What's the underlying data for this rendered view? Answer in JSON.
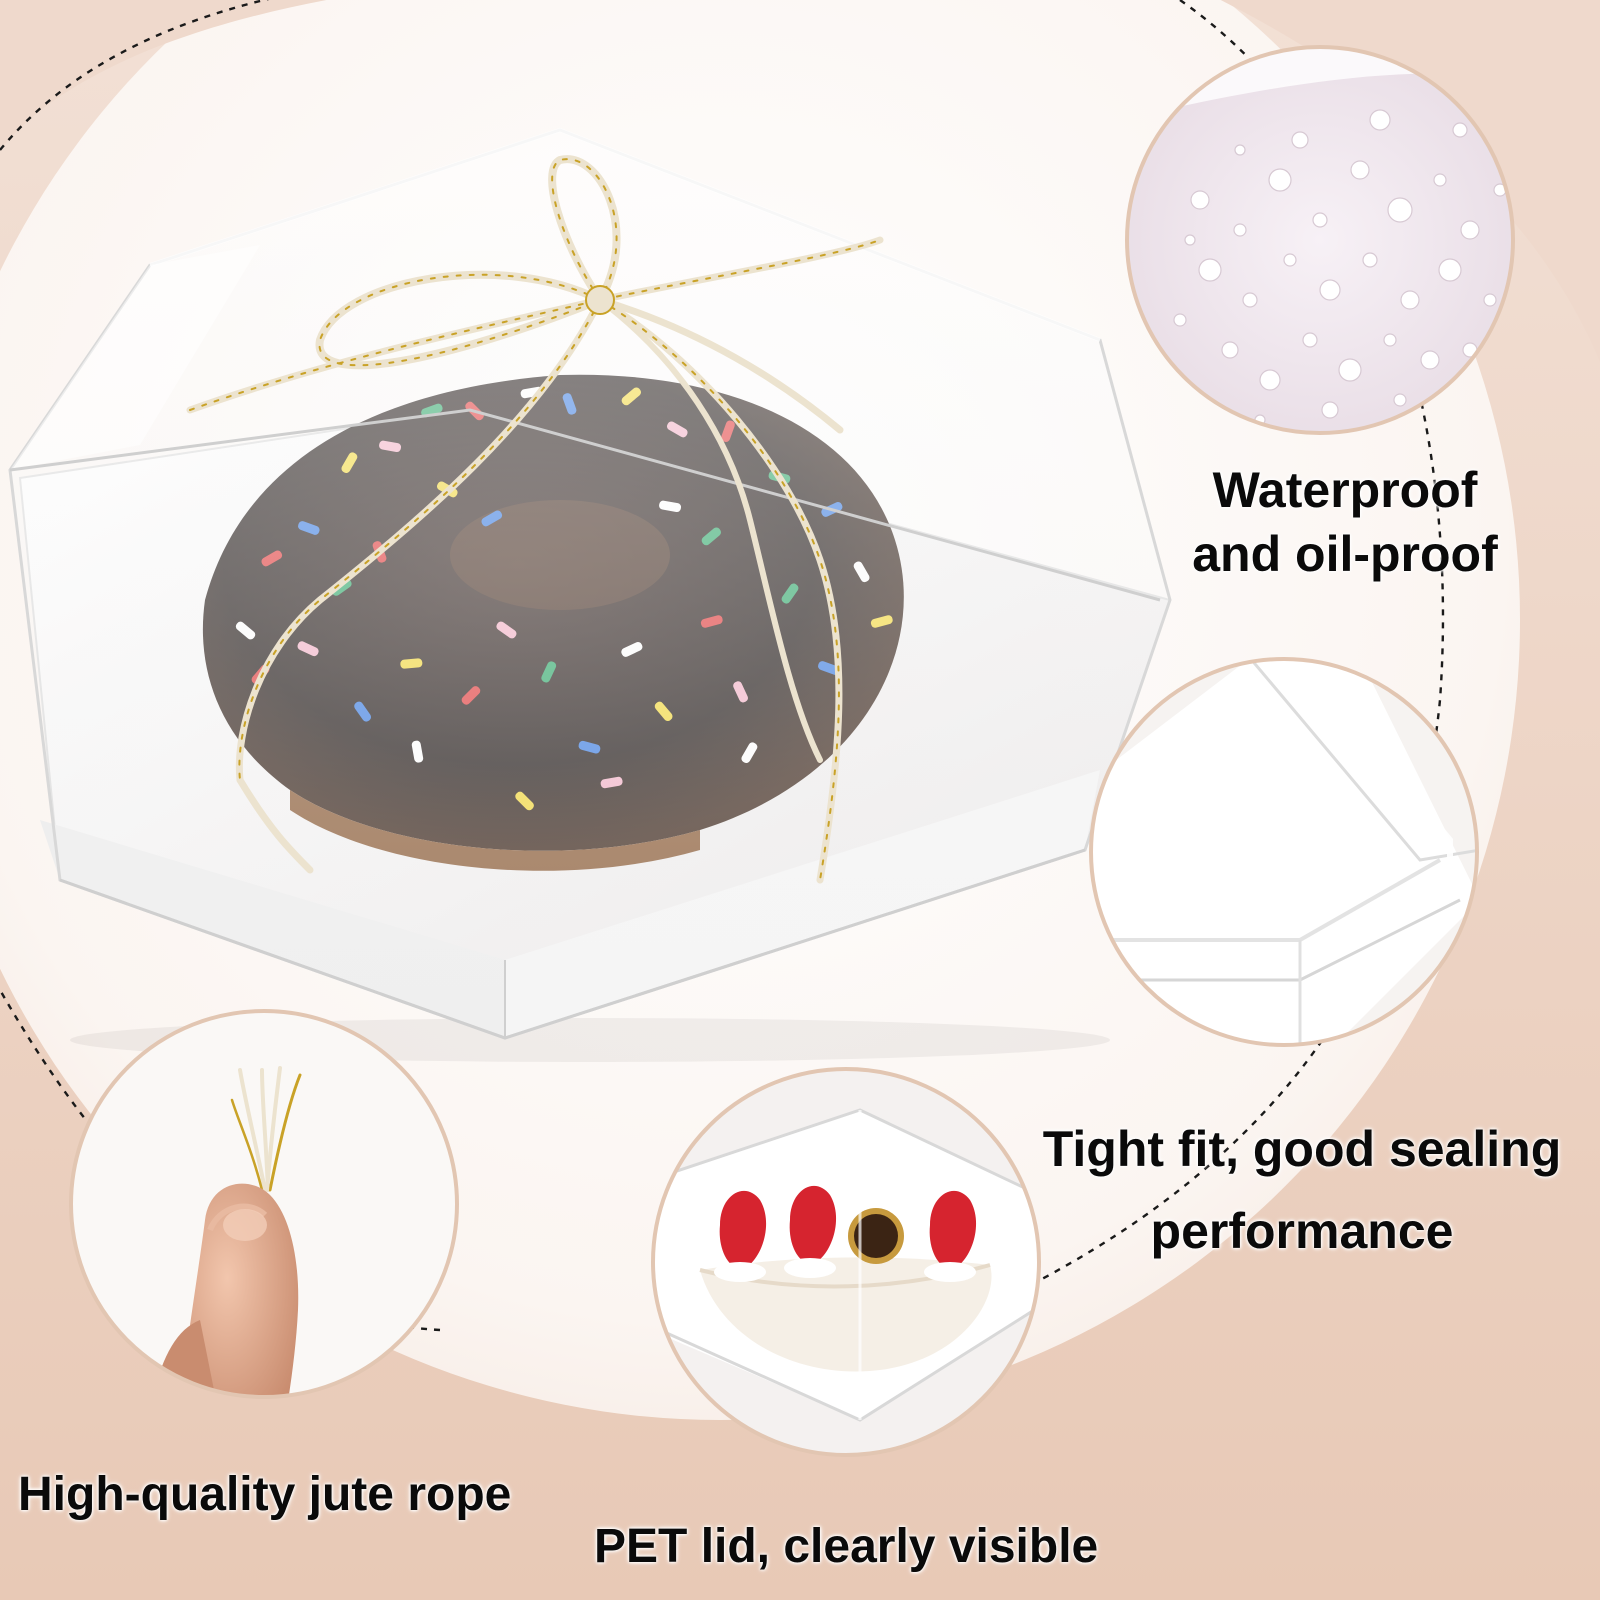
{
  "features": {
    "waterproof": {
      "line1": "Waterproof",
      "line2": "and oil-proof",
      "icon": "water-droplets-icon"
    },
    "tight_fit": {
      "line1": "Tight fit, good sealing",
      "line2": "performance",
      "icon": "box-corner-icon"
    },
    "jute_rope": {
      "text": "High-quality jute rope",
      "icon": "jute-rope-icon"
    },
    "pet_lid": {
      "text": "PET lid, clearly visible",
      "icon": "clear-lid-cake-icon"
    }
  },
  "colors": {
    "background_light": "#fbf5f1",
    "background_peach": "#eed8cc",
    "dashed_line": "#1a1a1a",
    "circle_border": "#e2c6b2",
    "text": "#0a0a0a",
    "rope_gold": "#c9a227",
    "rope_cream": "#ece3cf"
  }
}
